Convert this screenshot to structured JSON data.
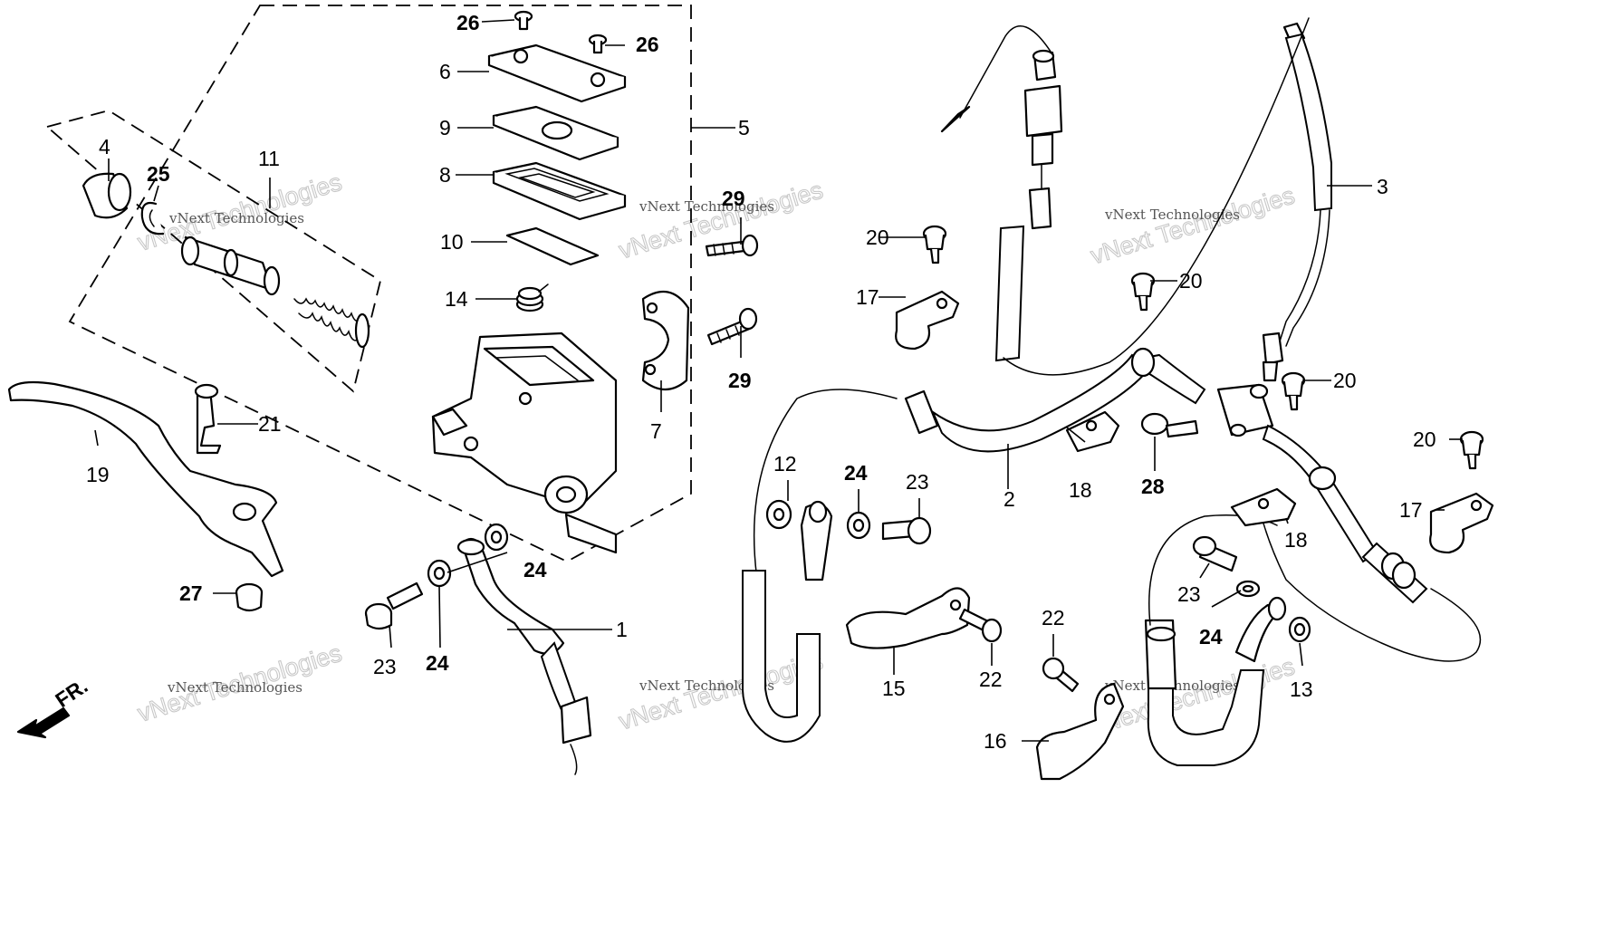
{
  "diagram": {
    "labels": {
      "p1": "1",
      "p2": "2",
      "p3": "3",
      "p4": "4",
      "p5": "5",
      "p6": "6",
      "p7": "7",
      "p8": "8",
      "p9": "9",
      "p10": "10",
      "p11": "11",
      "p12": "12",
      "p13": "13",
      "p14": "14",
      "p15": "15",
      "p16": "16",
      "p17a": "17",
      "p17b": "17",
      "p18a": "18",
      "p18b": "18",
      "p19": "19",
      "p20a": "20",
      "p20b": "20",
      "p20c": "20",
      "p20d": "20",
      "p21": "21",
      "p22a": "22",
      "p22b": "22",
      "p23a": "23",
      "p23b": "23",
      "p23c": "23",
      "p24a": "24",
      "p24b": "24",
      "p24c": "24",
      "p24d": "24",
      "p25": "25",
      "p26a": "26",
      "p26b": "26",
      "p27": "27",
      "p28": "28",
      "p29a": "29",
      "p29b": "29"
    },
    "direction_label": "FR.",
    "watermark_line1": "vNext Technologies",
    "watermark_line2": "vNext Technologies"
  }
}
